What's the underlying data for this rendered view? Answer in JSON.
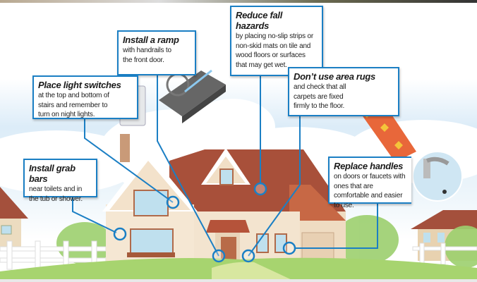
{
  "callouts": {
    "ramp": {
      "title": "Install a ramp",
      "body": "with handrails to the front door."
    },
    "fall": {
      "title": "Reduce fall hazards",
      "body": "by placing no-slip strips or non-skid mats on tile and wood floors or surfaces that may get wet."
    },
    "switches": {
      "title": "Place light switches",
      "body": "at the top and bottom of stairs and remember to turn on night lights."
    },
    "rugs": {
      "title": "Don’t use area rugs",
      "body": "and check that all carpets are fixed firmly to the floor."
    },
    "grab": {
      "title": "Install grab bars",
      "body": "near toilets and in the tub or shower."
    },
    "handles": {
      "title": "Replace handles",
      "body": "on doors or faucets with ones that are comfortable and easier to use."
    }
  },
  "colors": {
    "accent": "#1b7fc4",
    "roof": "#b5533a",
    "wall": "#f3e4cf",
    "grass": "#9fd06a"
  }
}
